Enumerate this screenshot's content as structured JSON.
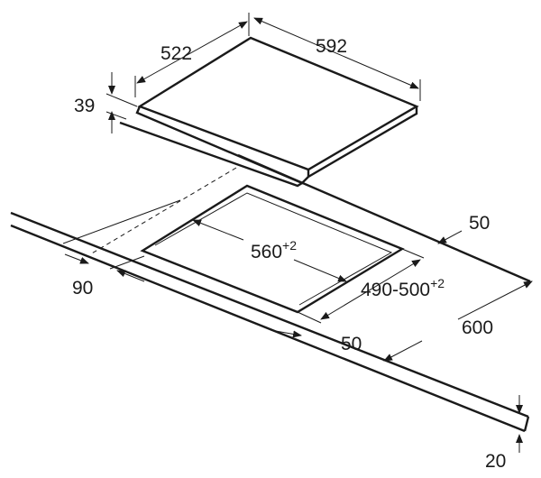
{
  "hob": {
    "depth": "522",
    "width": "592",
    "height": "39"
  },
  "cutout": {
    "width_base": "560",
    "width_tol": "+2",
    "depth_base": "490-500",
    "depth_tol": "+2"
  },
  "worktop": {
    "rear_gap": "50",
    "front_gap": "50",
    "depth": "600",
    "thickness": "20",
    "clearance": "90"
  }
}
